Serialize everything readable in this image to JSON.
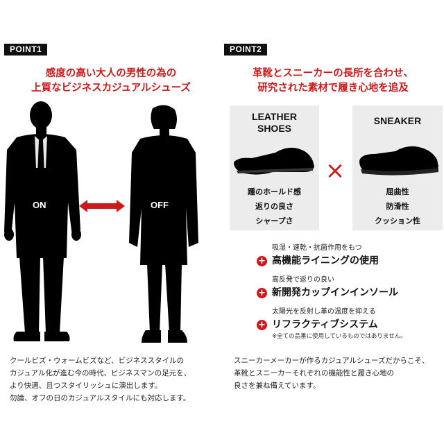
{
  "point1": {
    "tag": "POINT1",
    "headline": [
      "感度の高い大人の男性の為の",
      "上質なビジネスカジュアルシューズ"
    ],
    "on_label": "ON",
    "off_label": "OFF",
    "description": [
      "クールビズ・ウォームビズなど、ビジネススタイルの",
      "カジュアル化が進む今の時代、ビジネスマンの足元を、",
      "より快適、且つスタイリッシュに演出します。",
      "勿論、オフの日のカジュアルスタイルにも対応します。"
    ]
  },
  "point2": {
    "tag": "POINT2",
    "headline": [
      "革靴とスニーカーの長所を合わせ、",
      "研究された素材で履き心地を追及"
    ],
    "leather": {
      "title": [
        "LEATHER",
        "SHOES"
      ],
      "traits": [
        "踵のホールド感",
        "返りの良さ",
        "シャープさ"
      ]
    },
    "sneaker": {
      "title": [
        "SNEAKER"
      ],
      "traits": [
        "屈曲性",
        "防滑性",
        "クッション性"
      ]
    },
    "cross_symbol": "×",
    "features": [
      {
        "sub": "吸湿・速乾・抗菌作用をもつ",
        "main": "高機能ライニングの使用",
        "icon": "+"
      },
      {
        "sub": "高反発で返りの良い",
        "main": "新開発カップインインソール",
        "icon": "+"
      },
      {
        "sub": "太陽光を反射し革の温度を抑える",
        "main": "リフラクティブシステム",
        "icon": "+"
      }
    ],
    "note": "※全ての品番に使用しているものではありません。",
    "description": [
      "スニーカーメーカーが作るカジュアルシューズだからこそ、",
      "革靴とスニーカーそれぞれの機能性と履き心地の",
      "良さを兼ね備えています。"
    ]
  },
  "colors": {
    "accent": "#cc1a1a",
    "silhouette": "#000000",
    "panel": "#ececec"
  }
}
